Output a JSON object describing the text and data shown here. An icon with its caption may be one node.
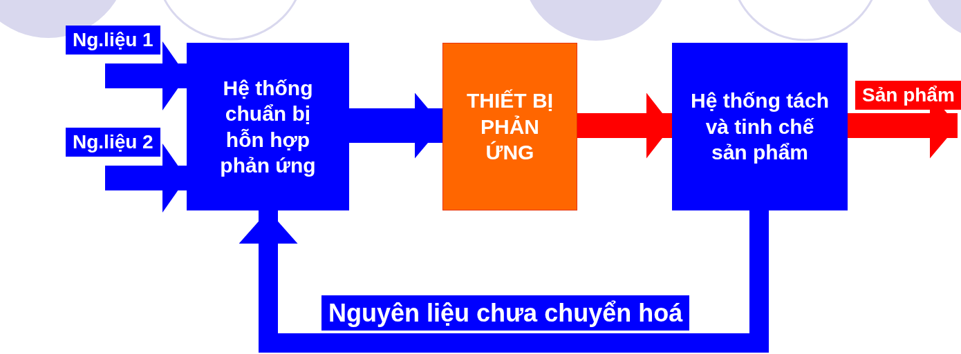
{
  "diagram": {
    "nodes": [
      {
        "text": [
          "Hệ thống chuẩn bị hỗn hợp phản ứng"
        ]
      },
      {
        "text": [
          "THIẾT BỊ PHẢN ỨNG"
        ]
      },
      {
        "text": [
          "Hệ thống tách và tinh chế sản phẩm"
        ]
      }
    ],
    "edges": [
      {
        "from": null,
        "to": 0,
        "arrow": "to",
        "label": "Ng.liệu 1"
      },
      {
        "from": null,
        "to": 0,
        "arrow": "to",
        "label": "Ng.liệu 2"
      },
      {
        "from": 0,
        "to": 1,
        "arrow": "to"
      },
      {
        "from": 1,
        "to": 2,
        "arrow": "to",
        "color": "#ff0000"
      },
      {
        "from": 2,
        "to": null,
        "arrow": "to",
        "label": "Sản phẩm",
        "color": "#ff0000"
      },
      {
        "from": 2,
        "to": 0,
        "arrow": "to",
        "label": "Nguyên liệu chưa chuyển hoá"
      }
    ]
  }
}
